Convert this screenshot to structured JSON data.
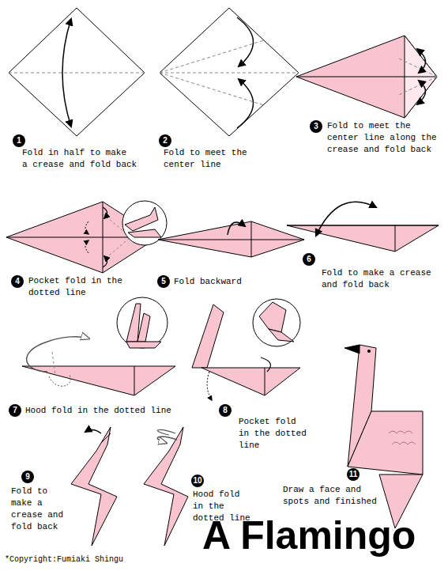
{
  "diagram": {
    "title": "A Flamingo",
    "labels": [
      "1",
      "Fold in half to make a crease and fold back",
      "2",
      "Fold to meet the center line",
      "3",
      "Fold to meet the center line along the crease and fold back",
      "4",
      "Pocket fold in the dotted line",
      "5",
      "Fold backward",
      "6",
      "Fold to make a crease and fold back",
      "7",
      "Hood fold in the dotted line",
      "8",
      "Pocket fold in the dotted line",
      "9",
      "Fold to make a crease and fold back",
      "10",
      "Hood fold in the dotted line",
      "11",
      "Draw a face and spots and finished",
      "*Copyright:Fumiaki Shingu"
    ]
  }
}
